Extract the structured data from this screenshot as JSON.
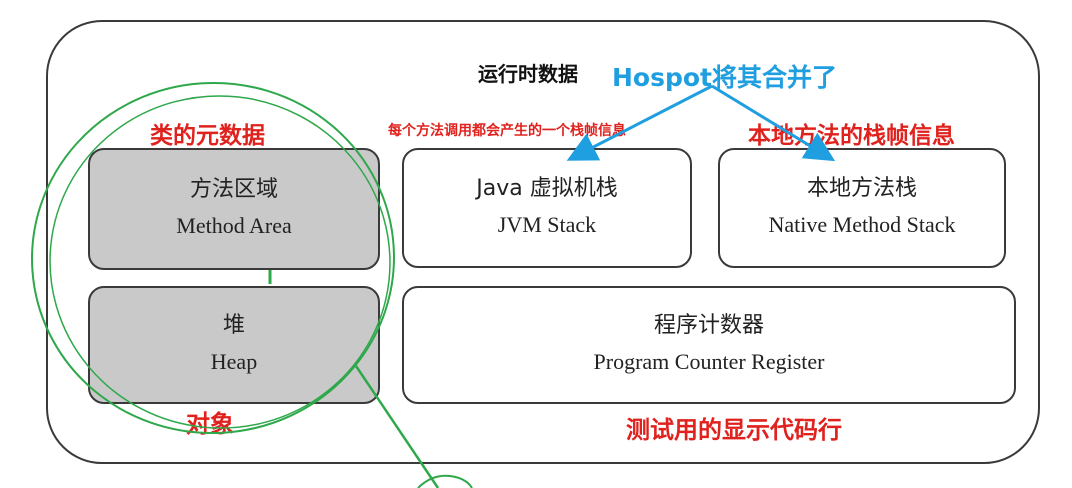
{
  "diagram": {
    "title": "运行时数据",
    "areas": {
      "method_area": {
        "zh": "方法区域",
        "en": "Method Area"
      },
      "heap": {
        "zh": "堆",
        "en": "Heap"
      },
      "jvm_stack": {
        "zh": "Java 虚拟机栈",
        "en": "JVM Stack"
      },
      "native_stack": {
        "zh": "本地方法栈",
        "en": "Native Method Stack"
      },
      "pc_register": {
        "zh": "程序计数器",
        "en": "Program Counter Register"
      }
    },
    "annotations": {
      "merged_note": "Hospot将其合并了",
      "class_metadata": "类的元数据",
      "stack_frame_note": "每个方法调用都会产生的一个栈帧信息",
      "native_frame_note": "本地方法的栈帧信息",
      "objects": "对象",
      "pc_note": "测试用的显示代码行"
    },
    "colors": {
      "gray_fill": "#c9c9c9",
      "annotation_red": "#e0221e",
      "annotation_blue": "#1f9ee0",
      "circle_green": "#2ea84a"
    }
  }
}
